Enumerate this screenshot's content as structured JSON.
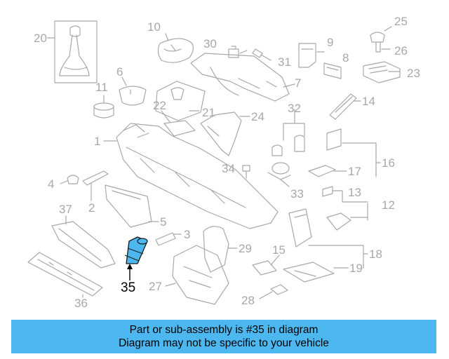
{
  "diagram": {
    "highlighted_part": "35",
    "part_labels": [
      "20",
      "10",
      "30",
      "31",
      "9",
      "25",
      "26",
      "8",
      "23",
      "6",
      "11",
      "7",
      "22",
      "21",
      "24",
      "32",
      "14",
      "1",
      "16",
      "34",
      "17",
      "4",
      "2",
      "13",
      "12",
      "37",
      "5",
      "3",
      "33",
      "35",
      "29",
      "15",
      "18",
      "19",
      "27",
      "36",
      "28"
    ]
  },
  "colors": {
    "banner": "#4db8f0",
    "highlight": "#4db8f0",
    "linework": "#a8a8a8"
  },
  "banner": {
    "line1": "Part or sub-assembly is #35 in diagram",
    "line2": "Diagram may not be specific to your vehicle"
  }
}
